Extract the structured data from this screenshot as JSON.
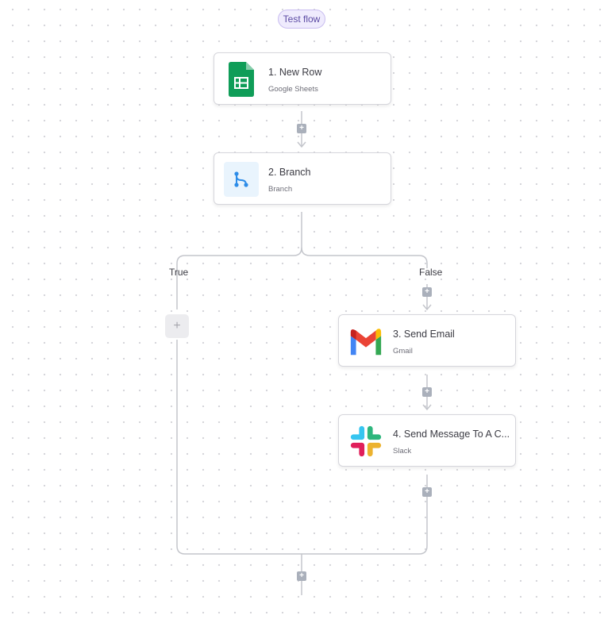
{
  "test_flow_label": "Test flow",
  "steps": [
    {
      "title": "1. New Row",
      "subtitle": "Google Sheets",
      "icon": "google-sheets-icon",
      "color": "#0f9d58"
    },
    {
      "title": "2. Branch",
      "subtitle": "Branch",
      "icon": "branch-icon",
      "color": "#2d8ce8"
    },
    {
      "title": "3. Send Email",
      "subtitle": "Gmail",
      "icon": "gmail-icon"
    },
    {
      "title": "4. Send Message To A C...",
      "subtitle": "Slack",
      "icon": "slack-icon"
    }
  ],
  "branches": {
    "true_label": "True",
    "false_label": "False"
  },
  "add_button_symbol": "+",
  "colors": {
    "connector": "#c4c6cc",
    "add_button": "#aab0bb",
    "test_flow_bg": "#efebfd",
    "test_flow_text": "#5b4aa3"
  }
}
